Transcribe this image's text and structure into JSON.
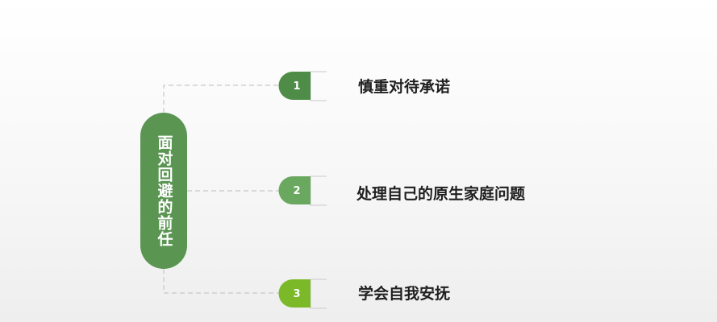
{
  "root": {
    "label": "面对回避的前任",
    "color": "#5a9552"
  },
  "items": [
    {
      "number": "1",
      "label": "慎重对待承诺",
      "color": "#4f8c47"
    },
    {
      "number": "2",
      "label": "处理自己的原生家庭问题",
      "color": "#6aa860"
    },
    {
      "number": "3",
      "label": "学会自我安抚",
      "color": "#7bb928"
    }
  ],
  "colors": {
    "connector": "#c8c8c8",
    "text": "#1f1f1f"
  }
}
